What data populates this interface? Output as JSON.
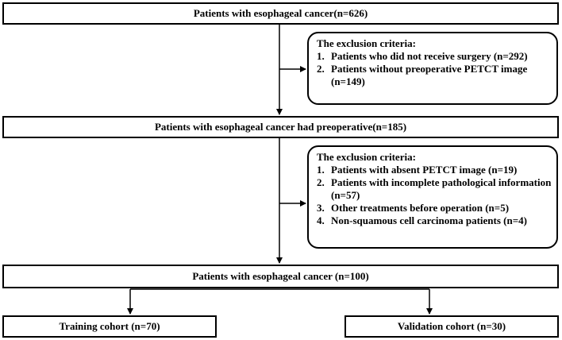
{
  "boxes": {
    "total": "Patients with esophageal cancer(n=626)",
    "preop": "Patients with esophageal cancer had preoperative(n=185)",
    "final": "Patients with esophageal cancer (n=100)",
    "training": "Training cohort (n=70)",
    "validation": "Validation cohort (n=30)"
  },
  "exclusion1": {
    "title": "The exclusion criteria:",
    "items": [
      {
        "num": "1.",
        "text": "Patients who did not receive surgery (n=292)"
      },
      {
        "num": "2.",
        "text": "Patients without preoperative PETCT image (n=149)"
      }
    ]
  },
  "exclusion2": {
    "title": "The exclusion criteria:",
    "items": [
      {
        "num": "1.",
        "text": "Patients with absent  PETCT image (n=19)"
      },
      {
        "num": "2.",
        "text": "Patients with incomplete pathological information (n=57)"
      },
      {
        "num": "3.",
        "text": "Other treatments before operation (n=5)"
      },
      {
        "num": "4.",
        "text": "Non-squamous cell carcinoma patients (n=4)"
      }
    ]
  }
}
